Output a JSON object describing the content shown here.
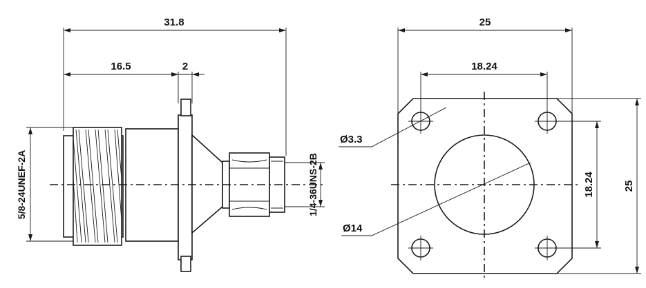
{
  "side_view": {
    "overall_length": "31.8",
    "body_length": "16.5",
    "flange_width": "2",
    "input_thread": "5/8-24UNEF-2A",
    "output_thread": "1/4-36UNS-2B"
  },
  "front_view": {
    "flange_width": "25",
    "hole_spacing_h": "18.24",
    "hole_spacing_v": "18.24",
    "flange_height": "25",
    "hole_diameter": "Ø3.3",
    "bore_diameter": "Ø14"
  }
}
